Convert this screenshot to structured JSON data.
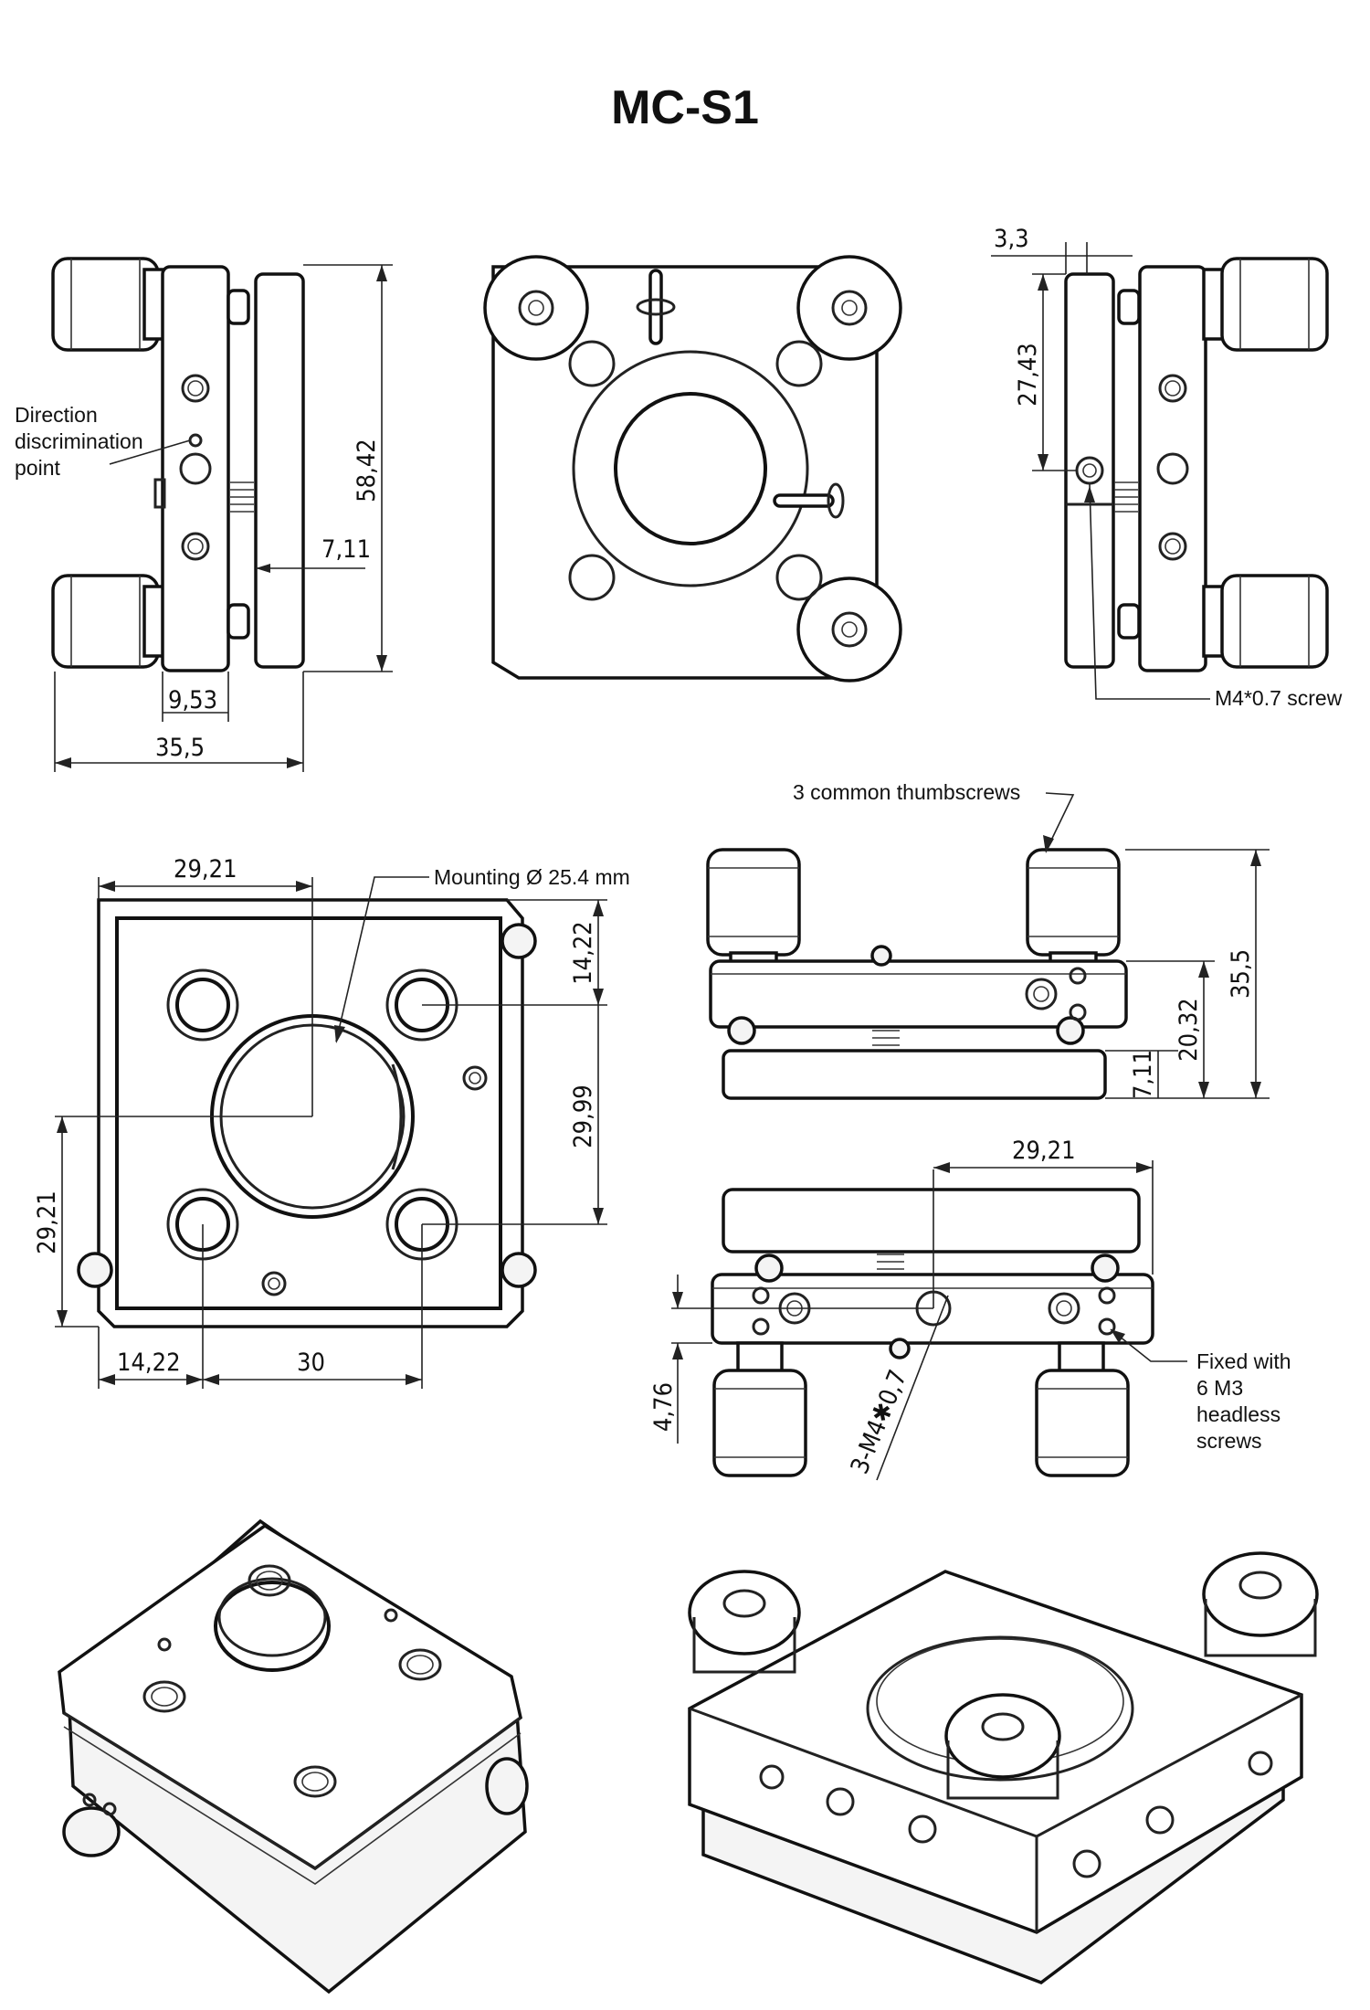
{
  "title": "MC-S1",
  "annotations": {
    "direction_point": [
      "Direction",
      "discrimination",
      "point"
    ],
    "m4_screw": "M4*0.7 screw",
    "thumbscrews": "3 common thumbscrews",
    "mounting": "Mounting Ø 25.4 mm",
    "fixed_with": [
      "Fixed with",
      "6 M3",
      "headless",
      "screws"
    ]
  },
  "dimensions": {
    "left_view_height": "58,42",
    "left_view_plate_thickness": "7,11",
    "left_view_offset": "9,53",
    "left_view_width": "35,5",
    "right_view_offset": "3,3",
    "right_view_hole_height": "27,43",
    "front_top_width": "29,21",
    "front_right_top": "14,22",
    "front_right_spacing": "29,99",
    "front_left_height": "29,21",
    "front_bottom_left": "14,22",
    "front_bottom_spacing": "30",
    "side_total_height": "35,5",
    "side_mid_height": "20,32",
    "side_plate": "7,11",
    "bottom_view_width": "29,21",
    "bottom_view_offset": "4,76",
    "bottom_view_thread": "3-M4✱0,7"
  }
}
